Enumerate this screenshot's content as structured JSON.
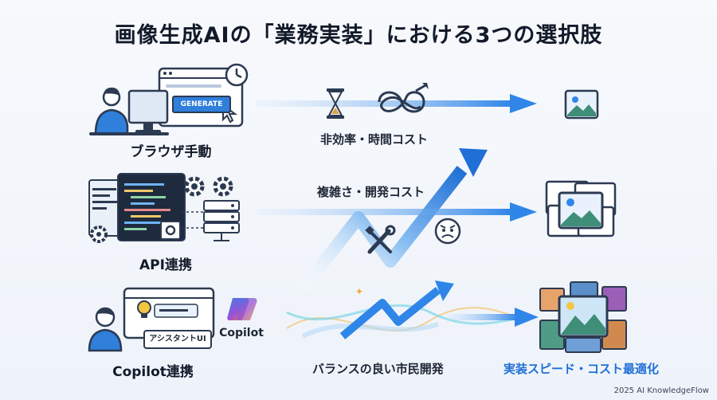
{
  "title": "画像生成AIの「業務実装」における3つの選択肢",
  "rows": [
    {
      "label": "ブラウザ手動",
      "button_text": "GENERATE",
      "issue_label": "非効率・時間コスト"
    },
    {
      "label": "API連携",
      "issue_label": "複雑さ・開発コスト"
    },
    {
      "label": "Copilot連携",
      "assistant_text": "アシスタントUI",
      "brand_text": "Copilot",
      "issue_label": "バランスの良い市民開発"
    }
  ],
  "outcome_label": "実装スピード・コスト最適化",
  "credit": "2025 AI KnowledgeFlow",
  "colors": {
    "accent": "#1f6fd6",
    "arrow": "#2f86e8",
    "dark": "#2c3a52",
    "light_blue": "#cfe3fa"
  },
  "icons": [
    "person-at-computer-icon",
    "clock-icon",
    "hourglass-icon",
    "tangle-icon",
    "code-editor-icon",
    "gear-icon",
    "server-icon",
    "tools-icon",
    "frustrated-face-icon",
    "assistant-person-icon",
    "lightbulb-icon",
    "copilot-logo-icon",
    "image-icon",
    "image-stack-icon"
  ]
}
